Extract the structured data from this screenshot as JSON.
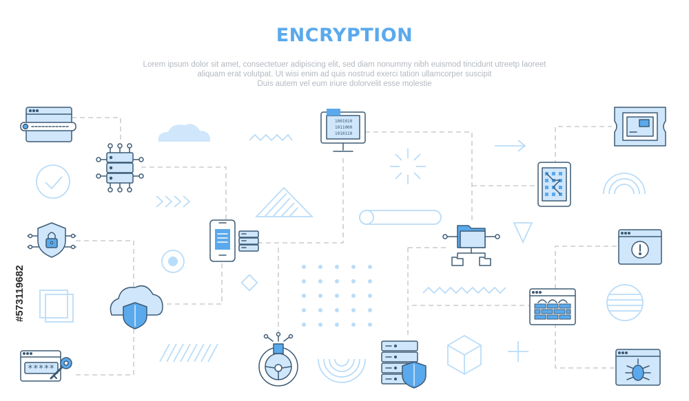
{
  "header": {
    "title": "ENCRYPTION",
    "description_lines": [
      "Lorem ipsum dolor sit amet, consectetuer adipiscing elit, sed diam nonummy nibh euismod tincidunt utreetp laoreet",
      "aliquam erat volutpat. Ut wisi enim ad  quis nostrud exerci tation ullamcorper suscipit",
      "Duis autem vel eum iriure dolorvelit esse molestie"
    ]
  },
  "icons": {
    "monitor_binary": [
      "1001010",
      "1011000",
      "1010110"
    ],
    "password_mask": "*****"
  },
  "stock_id": "#573119682",
  "colors": {
    "accent": "#5aa9ec",
    "light_accent": "#b9dcf8",
    "fill": "#cfe6fb",
    "line": "#3c5a74",
    "dashes": "#c9ccd0",
    "subtitle": "#b3b8bf"
  }
}
